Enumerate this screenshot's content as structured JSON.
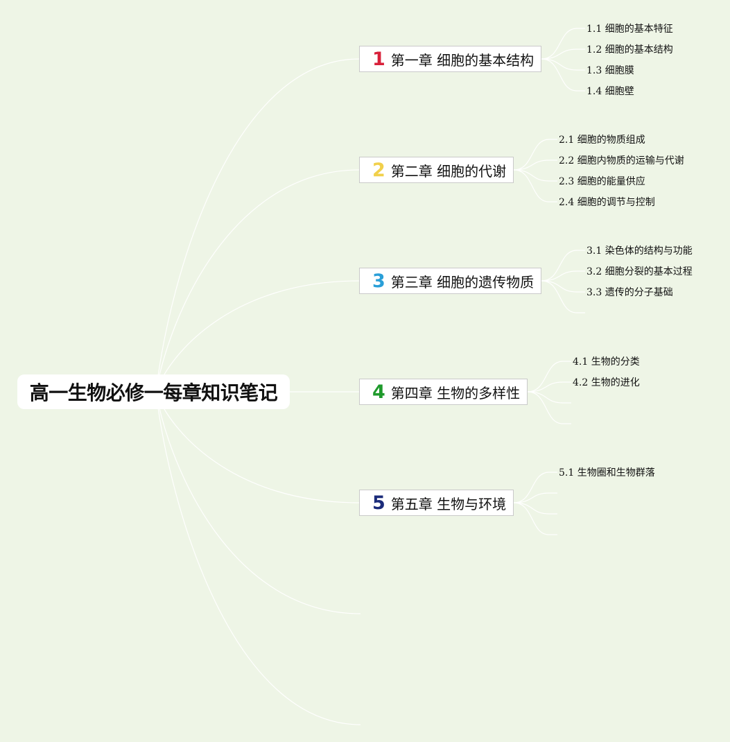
{
  "root": {
    "label": "高一生物必修一每章知识笔记"
  },
  "chapters": [
    {
      "number": "1",
      "color": "#d8213a",
      "label": "第一章 细胞的基本结构",
      "topics": [
        "1.1 细胞的基本特征",
        "1.2 细胞的基本结构",
        "1.3 细胞膜",
        "1.4 细胞壁"
      ]
    },
    {
      "number": "2",
      "color": "#f1d04b",
      "label": "第二章 细胞的代谢",
      "topics": [
        "2.1 细胞的物质组成",
        "2.2 细胞内物质的运输与代谢",
        "2.3 细胞的能量供应",
        "2.4 细胞的调节与控制"
      ]
    },
    {
      "number": "3",
      "color": "#2a9fd8",
      "label": "第三章 细胞的遗传物质",
      "topics": [
        "3.1 染色体的结构与功能",
        "3.2 细胞分裂的基本过程",
        "3.3 遗传的分子基础",
        ""
      ]
    },
    {
      "number": "4",
      "color": "#1f9a2c",
      "label": "第四章 生物的多样性",
      "topics": [
        "4.1 生物的分类",
        "4.2 生物的进化",
        "",
        ""
      ]
    },
    {
      "number": "5",
      "color": "#1b2b7a",
      "label": "第五章 生物与环境",
      "topics": [
        "5.1 生物圈和生物群落",
        "",
        "",
        ""
      ]
    }
  ],
  "colors": {
    "background": "#eef5e6",
    "link": "#ffffff"
  }
}
